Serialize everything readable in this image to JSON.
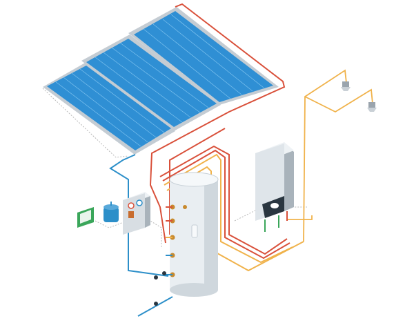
{
  "diagram": {
    "colors": {
      "panel_blue": "#2f8fd4",
      "panel_frame": "#b9c3cc",
      "hot_pipe": "#d9503a",
      "cold_pipe": "#2c8fc9",
      "dhw_pipe": "#f0b24a",
      "tank_body": "#e9eef2",
      "tank_shadow": "#c6cfd6",
      "boiler_body": "#dfe5ea",
      "controller_body": "#d8dee3",
      "thermostat_green": "#3aa65a"
    },
    "components": [
      {
        "id": "solar-collectors",
        "count": 3,
        "icon": "solar-panel-icon"
      },
      {
        "id": "storage-tank",
        "icon": "cylinder-tank-icon"
      },
      {
        "id": "wall-boiler",
        "icon": "boiler-icon"
      },
      {
        "id": "pump-station",
        "icon": "pump-controller-icon"
      },
      {
        "id": "expansion-vessel",
        "icon": "expansion-vessel-icon"
      },
      {
        "id": "room-thermostat",
        "icon": "thermostat-icon"
      },
      {
        "id": "shower-heads",
        "count": 2,
        "icon": "shower-icon"
      }
    ]
  }
}
